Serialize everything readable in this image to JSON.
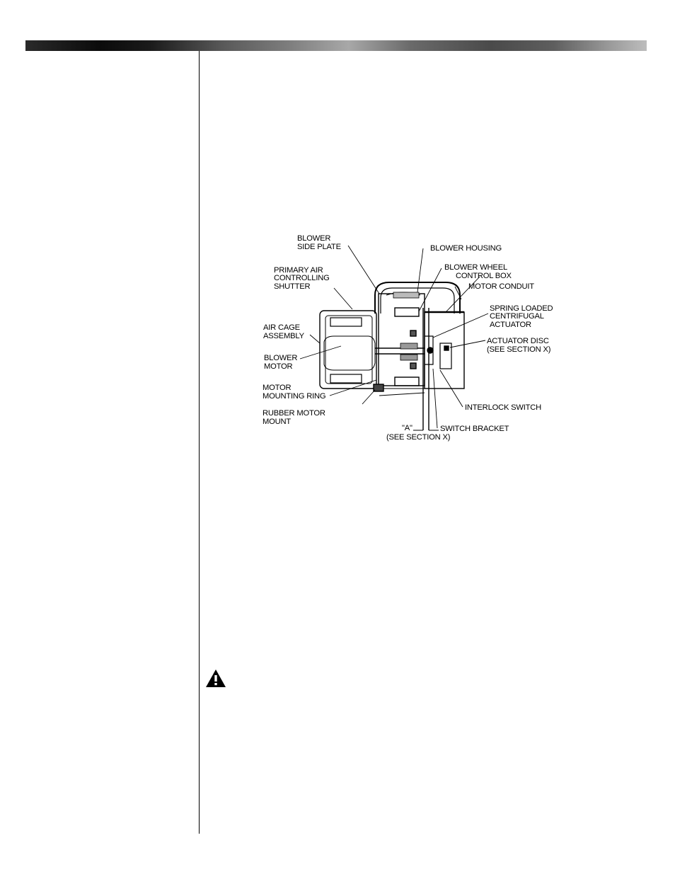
{
  "figure": {
    "labels": {
      "blower_side_plate": [
        "BLOWER",
        "SIDE PLATE"
      ],
      "blower_housing": "BLOWER HOUSING",
      "primary_air_shutter": [
        "PRIMARY AIR",
        "CONTROLLING",
        "SHUTTER"
      ],
      "blower_wheel": "BLOWER WHEEL",
      "control_box": "CONTROL BOX",
      "motor_conduit": "MOTOR CONDUIT",
      "spring_loaded_actuator": [
        "SPRING LOADED",
        "CENTRIFUGAL",
        "ACTUATOR"
      ],
      "air_cage_assembly": [
        "AIR CAGE",
        "ASSEMBLY"
      ],
      "actuator_disc": [
        "ACTUATOR DISC",
        "(SEE SECTION X)"
      ],
      "blower_motor": [
        "BLOWER",
        "MOTOR"
      ],
      "motor_mounting_ring": [
        "MOTOR",
        "MOUNTING RING"
      ],
      "rubber_motor_mount": [
        "RUBBER MOTOR",
        "MOUNT"
      ],
      "interlock_switch": "INTERLOCK SWITCH",
      "switch_bracket": "SWITCH BRACKET",
      "dimension_a": [
        "\"A\"",
        "(SEE SECTION X)"
      ]
    }
  }
}
